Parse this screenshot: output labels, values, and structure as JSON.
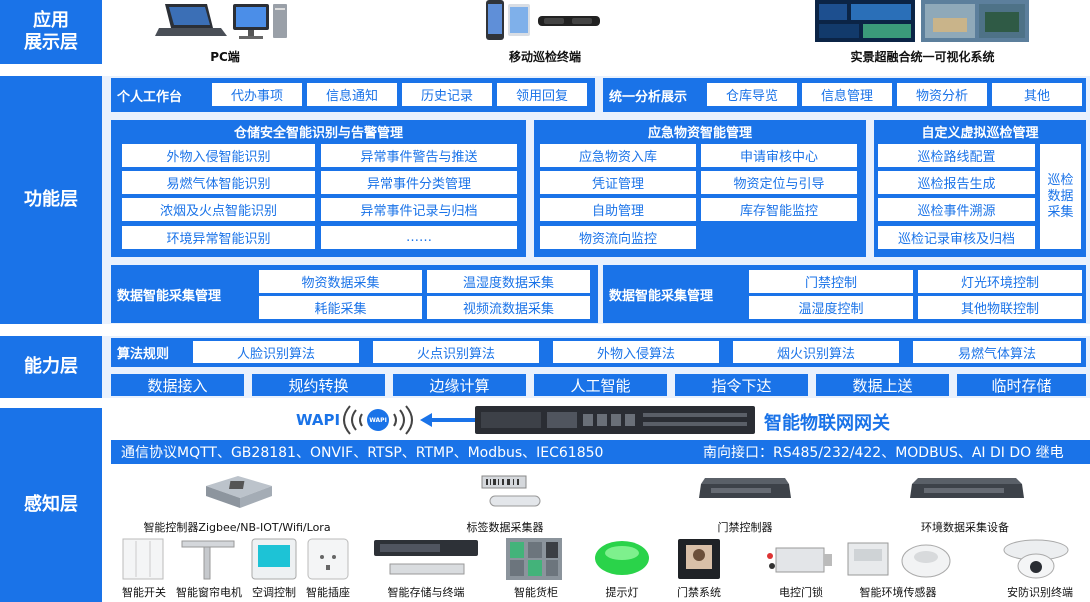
{
  "layers": {
    "app": "应用\n展示层",
    "func": "功能层",
    "ability": "能力层",
    "sense": "感知层"
  },
  "app_layer": {
    "pc": "PC端",
    "mobile": "移动巡检终端",
    "fusion": "实景超融合统一可视化系统"
  },
  "func_layer": {
    "workbench": {
      "title": "个人工作台",
      "items": [
        "代办事项",
        "信息通知",
        "历史记录",
        "领用回复"
      ]
    },
    "analysis": {
      "title": "统一分析展示",
      "items": [
        "仓库导览",
        "信息管理",
        "物资分析",
        "其他"
      ]
    },
    "warehouse": {
      "title": "仓储安全智能识别与告警管理",
      "left": [
        "外物入侵智能识别",
        "易燃气体智能识别",
        "浓烟及火点智能识别",
        "环境异常智能识别"
      ],
      "right": [
        "异常事件警告与推送",
        "异常事件分类管理",
        "异常事件记录与归档",
        "……"
      ]
    },
    "emergency": {
      "title": "应急物资智能管理",
      "left": [
        "应急物资入库",
        "凭证管理",
        "自助管理",
        "物资流向监控"
      ],
      "right": [
        "申请审核中心",
        "物资定位与引导",
        "库存智能监控"
      ]
    },
    "patrol": {
      "title": "自定义虚拟巡检管理",
      "items": [
        "巡检路线配置",
        "巡检报告生成",
        "巡检事件溯源",
        "巡检记录审核及归档"
      ],
      "side": "巡检\n数据\n采集"
    },
    "collect_left": {
      "title": "数据智能采集管理",
      "items": [
        "物资数据采集",
        "温湿度数据采集",
        "耗能采集",
        "视频流数据采集"
      ]
    },
    "collect_right": {
      "title": "数据智能采集管理",
      "items": [
        "门禁控制",
        "灯光环境控制",
        "温湿度控制",
        "其他物联控制"
      ]
    }
  },
  "ability_layer": {
    "algo_title": "算法规则",
    "algos": [
      "人脸识别算法",
      "火点识别算法",
      "外物入侵算法",
      "烟火识别算法",
      "易燃气体算法"
    ],
    "functions": [
      "数据接入",
      "规约转换",
      "边缘计算",
      "人工智能",
      "指令下达",
      "数据上送",
      "临时存储"
    ]
  },
  "sense_layer": {
    "wapi": "WAPI",
    "wapi_badge": "WAPI",
    "gateway": "智能物联网网关",
    "protocols": "通信协议MQTT、GB28181、ONVIF、RTSP、RTMP、Modbus、IEC61850",
    "south": "南向接口：RS485/232/422、MODBUS、AI DI DO 继电",
    "devices_top": [
      "智能控制器Zigbee/NB-IOT/Wifi/Lora",
      "标签数据采集器",
      "门禁控制器",
      "环境数据采集设备"
    ],
    "devices_bottom": [
      "智能开关",
      "智能窗帘电机",
      "空调控制",
      "智能插座",
      "智能存储与终端",
      "智能货柜",
      "提示灯",
      "门禁系统",
      "电控门锁",
      "智能环境传感器",
      "安防识别终端"
    ]
  },
  "colors": {
    "primary": "#1a73e8",
    "band": "#e9f1fd",
    "accent_text": "#1a73e8"
  }
}
